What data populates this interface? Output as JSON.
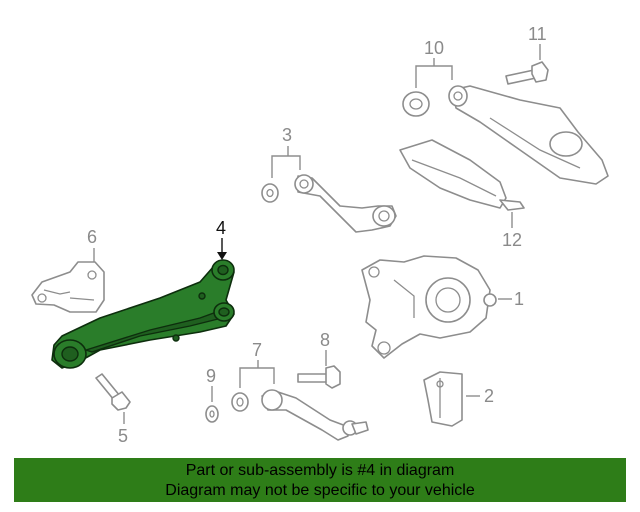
{
  "callouts": [
    {
      "id": "1",
      "text": "1"
    },
    {
      "id": "2",
      "text": "2"
    },
    {
      "id": "3",
      "text": "3"
    },
    {
      "id": "4",
      "text": "4"
    },
    {
      "id": "5",
      "text": "5"
    },
    {
      "id": "6",
      "text": "6"
    },
    {
      "id": "7",
      "text": "7"
    },
    {
      "id": "8",
      "text": "8"
    },
    {
      "id": "9",
      "text": "9"
    },
    {
      "id": "10",
      "text": "10"
    },
    {
      "id": "11",
      "text": "11"
    },
    {
      "id": "12",
      "text": "12"
    }
  ],
  "highlighted_part": "4",
  "colors": {
    "highlight": "#2a7d2a",
    "banner": "#2e7d18"
  },
  "banner": {
    "line1": "Part or sub-assembly is #4 in diagram",
    "line2": "Diagram may not be specific to your vehicle"
  }
}
